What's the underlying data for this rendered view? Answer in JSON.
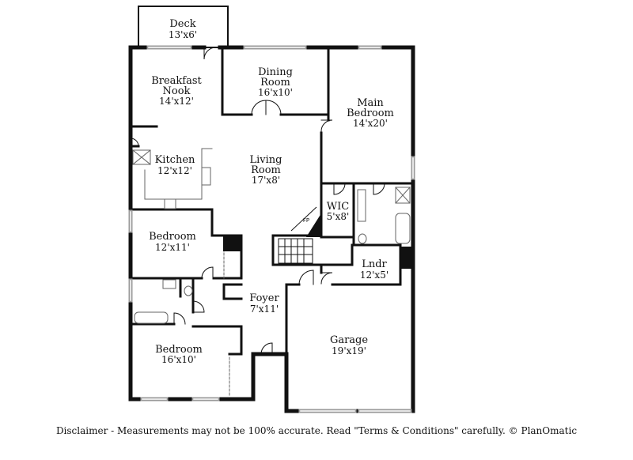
{
  "rooms": {
    "deck": {
      "name": "Deck",
      "dims": "13'x6'"
    },
    "breakfast_nook": {
      "name_line1": "Breakfast",
      "name_line2": "Nook",
      "dims": "14'x12'"
    },
    "dining_room": {
      "name_line1": "Dining",
      "name_line2": "Room",
      "dims": "16'x10'"
    },
    "main_bedroom": {
      "name_line1": "Main",
      "name_line2": "Bedroom",
      "dims": "14'x20'"
    },
    "kitchen": {
      "name": "Kitchen",
      "dims": "12'x12'"
    },
    "living_room": {
      "name_line1": "Living",
      "name_line2": "Room",
      "dims": "17'x8'"
    },
    "wic": {
      "name": "WIC",
      "dims": "5'x8'"
    },
    "fireplace": {
      "name": "FP"
    },
    "bedroom_1": {
      "name": "Bedroom",
      "dims": "12'x11'"
    },
    "laundry": {
      "name": "Lndr",
      "dims": "12'x5'"
    },
    "foyer": {
      "name": "Foyer",
      "dims": "7'x11'"
    },
    "garage": {
      "name": "Garage",
      "dims": "19'x19'"
    },
    "bedroom_2": {
      "name": "Bedroom",
      "dims": "16'x10'"
    }
  },
  "footer": {
    "disclaimer": "Disclaimer - Measurements may not be 100% accurate. Read \"Terms & Conditions\" carefully. © PlanOmatic"
  },
  "colors": {
    "wall": "#111111",
    "fixture": "#666666",
    "window": "#9a9a9a"
  }
}
